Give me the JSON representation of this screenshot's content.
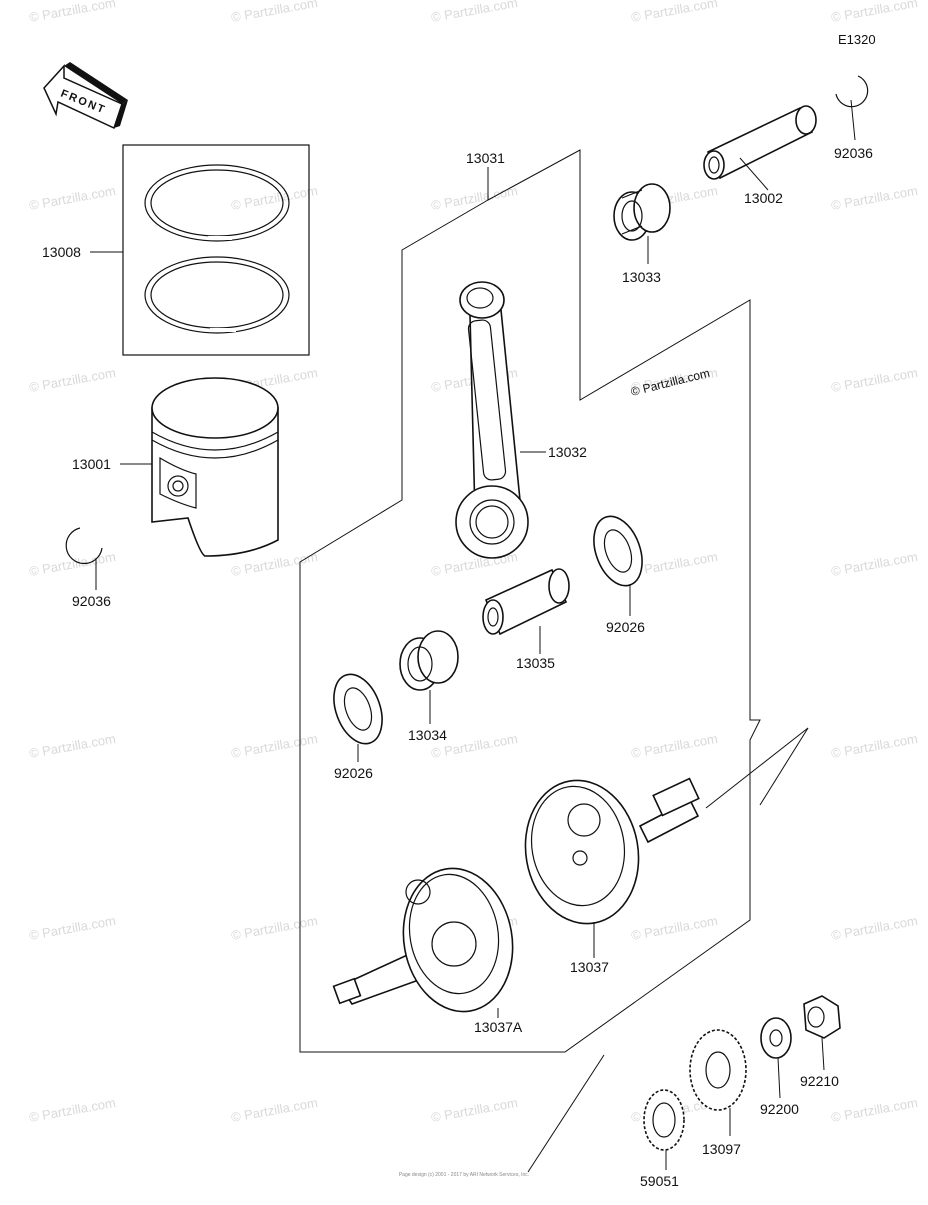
{
  "diagram_code": "E1320",
  "front_label": "FRONT",
  "copyright": "© Partzilla.com",
  "watermark": "© Partzilla.com",
  "footer_line1": "",
  "footer_line2": "Page design (c) 2001 - 2017 by ARI Network Services, Inc.",
  "parts": [
    {
      "number": "13008",
      "name": "ring-set"
    },
    {
      "number": "13001",
      "name": "piston"
    },
    {
      "number": "92036",
      "name": "circlip-left"
    },
    {
      "number": "13031",
      "name": "crankshaft-assy"
    },
    {
      "number": "13032",
      "name": "connecting-rod"
    },
    {
      "number": "92036",
      "name": "circlip-right"
    },
    {
      "number": "13002",
      "name": "piston-pin"
    },
    {
      "number": "13033",
      "name": "needle-bearing-small"
    },
    {
      "number": "92026",
      "name": "washer-right"
    },
    {
      "number": "13035",
      "name": "crank-pin"
    },
    {
      "number": "13034",
      "name": "needle-bearing-big"
    },
    {
      "number": "92026",
      "name": "washer-left"
    },
    {
      "number": "13037",
      "name": "crank-half-right"
    },
    {
      "number": "13037A",
      "name": "crank-half-left"
    },
    {
      "number": "59051",
      "name": "gear-small"
    },
    {
      "number": "13097",
      "name": "gear-large"
    },
    {
      "number": "92200",
      "name": "washer-flat"
    },
    {
      "number": "92210",
      "name": "nut"
    }
  ]
}
